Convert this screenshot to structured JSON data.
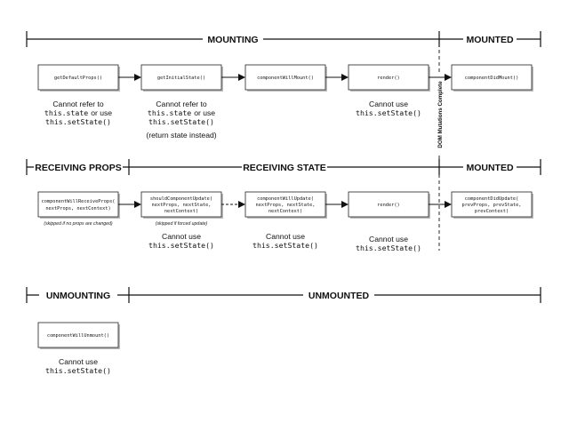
{
  "sections": {
    "mounting": "MOUNTING",
    "mounted": "MOUNTED",
    "receiving_props": "RECEIVING PROPS",
    "receiving_state": "RECEIVING STATE",
    "mounted2": "MOUNTED",
    "unmounting": "UNMOUNTING",
    "unmounted": "UNMOUNTED"
  },
  "vertical_label": "DOM Mutations Complete",
  "row1": {
    "boxes": [
      [
        "getDefaultProps()"
      ],
      [
        "getInitialState()"
      ],
      [
        "componentWillMount()"
      ],
      [
        "render()"
      ],
      [
        "componentDidMount()"
      ]
    ],
    "notes": [
      {
        "text": "Cannot refer to",
        "code1": "this.state",
        "mid": "or use",
        "code2": "this.setState()"
      },
      {
        "text": "Cannot refer to",
        "code1": "this.state",
        "mid": "or use",
        "code2": "this.setState()",
        "extra": "(return state instead)"
      },
      {
        "text": "Cannot use",
        "code2": "this.setState()"
      }
    ]
  },
  "row2": {
    "boxes": [
      [
        "componentWillReceiveProps(",
        "nextProps, nextContext)"
      ],
      [
        "shouldComponentUpdate(",
        "nextProps, nextState,",
        "nextContext)"
      ],
      [
        "componentWillUpdate(",
        "nextProps, nextState,",
        "nextContext)"
      ],
      [
        "render()"
      ],
      [
        "componentDidUpdate(",
        "prevProps, prevState,",
        "prevContext)"
      ]
    ],
    "captions": [
      "(skipped if no props are changed)",
      "(skipped if forced update)"
    ],
    "notes": [
      {
        "text": "Cannot use",
        "code2": "this.setState()"
      },
      {
        "text": "Cannot use",
        "code2": "this.setState()"
      },
      {
        "text": "Cannot use",
        "code2": "this.setState()"
      }
    ]
  },
  "row3": {
    "boxes": [
      [
        "componentWillUnmount()"
      ]
    ],
    "notes": [
      {
        "text": "Cannot use",
        "code2": "this.setState()"
      }
    ]
  }
}
